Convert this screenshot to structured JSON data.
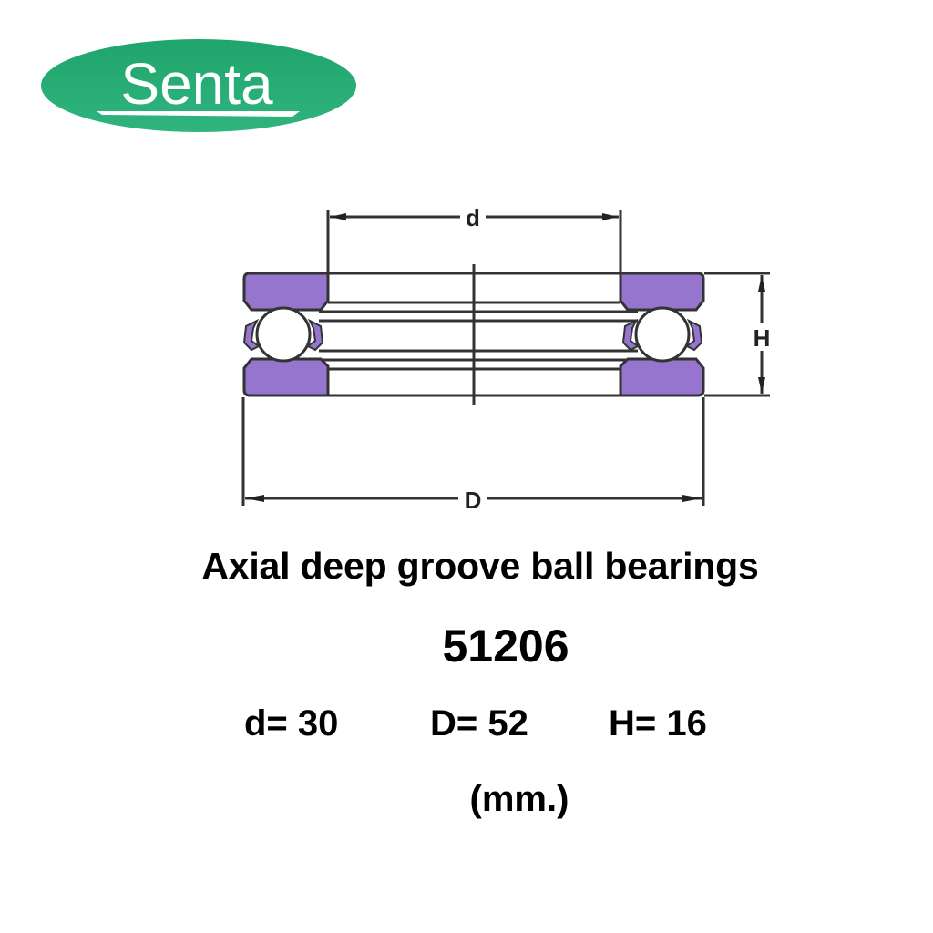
{
  "brand": {
    "logo_text": "Senta",
    "logo_color": "#2BAE77",
    "logo_text_color": "#FFFFFF"
  },
  "drawing": {
    "label_inner_diameter": "d",
    "label_outer_diameter": "D",
    "label_height": "H",
    "washer_color": "#9575CD",
    "line_color": "#333333"
  },
  "product": {
    "title": "Axial deep groove ball bearings",
    "model": "51206",
    "dimensions": {
      "d": "d= 30",
      "D": "D= 52",
      "H": "H= 16"
    },
    "unit": "(mm.)"
  }
}
